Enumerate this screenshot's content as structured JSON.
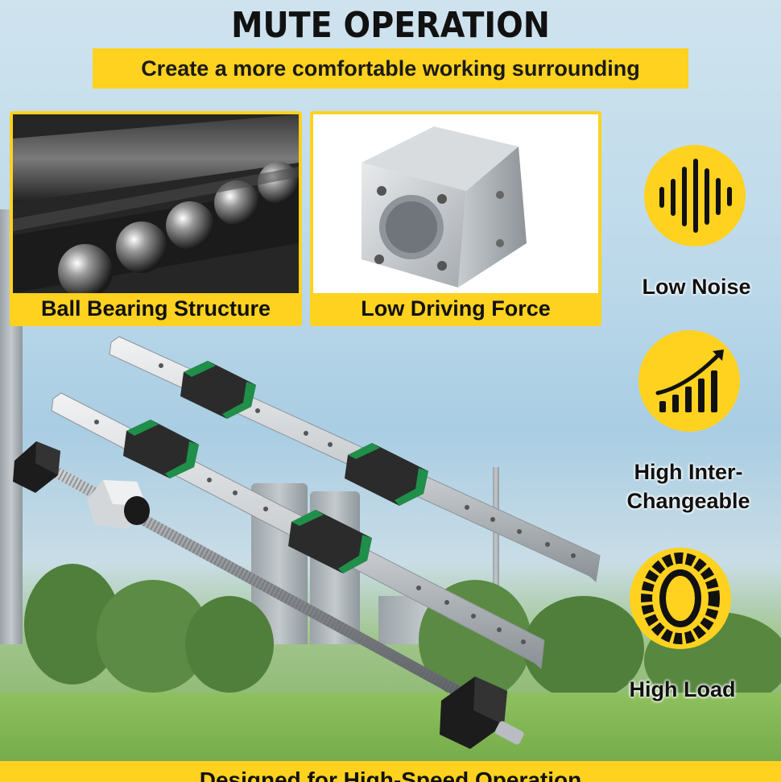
{
  "header": {
    "title": "MUTE OPERATION",
    "subtitle": "Create a more comfortable working surrounding"
  },
  "cards": [
    {
      "label": "Ball Bearing Structure"
    },
    {
      "label": "Low Driving Force"
    }
  ],
  "features": [
    {
      "icon": "sound-wave-icon",
      "label": "Low Noise"
    },
    {
      "icon": "growth-chart-icon",
      "label": "High Inter-Changeable"
    },
    {
      "icon": "tire-icon",
      "label": "High Load"
    }
  ],
  "footer": {
    "text": "Designed for High-Speed Operation"
  },
  "colors": {
    "accent": "#ffd21f",
    "text": "#111111",
    "rail_block": "#1f8f4a"
  }
}
